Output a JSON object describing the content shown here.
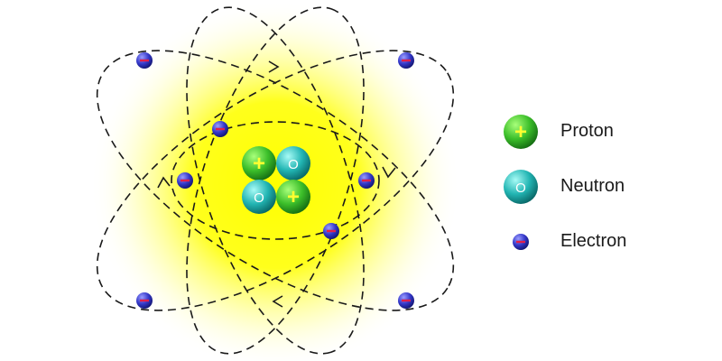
{
  "legend": {
    "proton": "Proton",
    "neutron": "Neutron",
    "electron": "Electron"
  },
  "symbols": {
    "proton": "+",
    "neutron": "O",
    "electron": "-"
  },
  "colors": {
    "glow": "#ffff00",
    "proton_light": "#8dff5a",
    "proton_dark": "#1f8f1a",
    "neutron_light": "#8ff5f0",
    "neutron_dark": "#0b8b8b",
    "electron_light": "#8a8dff",
    "electron_dark": "#1a1f9e",
    "electron_sign": "#e0204a",
    "proton_sign": "#ffff30",
    "neutron_sign": "#ffffff",
    "orbit": "#1a1a1a"
  }
}
